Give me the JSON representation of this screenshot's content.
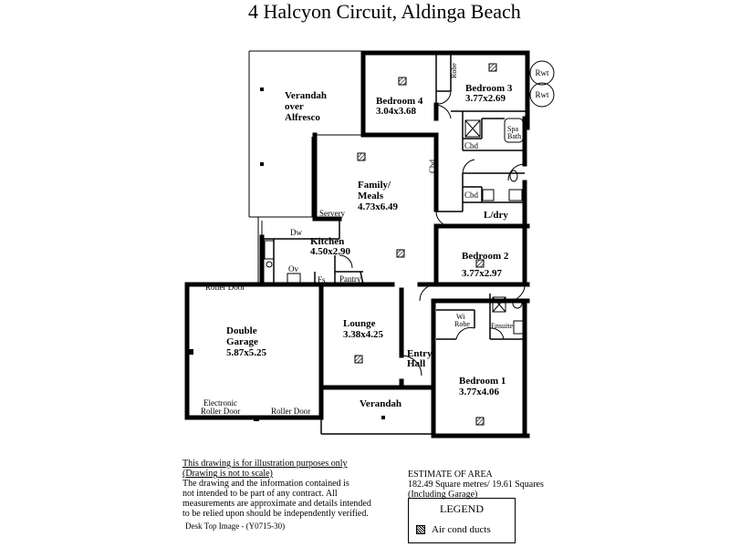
{
  "title": "4 Halcyon Circuit, Aldinga Beach",
  "rooms": {
    "verandah_alfresco": [
      "Verandah",
      "over",
      "Alfresco"
    ],
    "bedroom4": {
      "name": "Bedroom 4",
      "size": "3.04x3.68"
    },
    "robe": "Robe",
    "bedroom3": {
      "name": "Bedroom 3",
      "size": "3.77x2.69"
    },
    "rwt1": "Rwt",
    "rwt2": "Rwt",
    "spa_bath": [
      "Spa",
      "Bath"
    ],
    "cbd1": "Cbd",
    "cbd2": "Cbd",
    "cbd3": "Cbd",
    "family_meals": {
      "line1": "Family/",
      "line2": "Meals",
      "size": "4.73x6.49"
    },
    "laundry": "L/dry",
    "servery": "Servery",
    "dw": "Dw",
    "kitchen": {
      "name": "Kitchen",
      "size": "4.50x2.90"
    },
    "ov": "Ov",
    "fs": "Fs",
    "pantry": "Pantry",
    "bedroom2": {
      "name": "Bedroom 2",
      "size": "3.77x2.97"
    },
    "roller_door_top": "Roller Door",
    "garage": {
      "line1": "Double",
      "line2": "Garage",
      "size": "5.87x5.25"
    },
    "lounge": {
      "name": "Lounge",
      "size": "3.38x4.25"
    },
    "wi_robe": [
      "Wi",
      "Robe"
    ],
    "ensuite": "Ensuite",
    "entry_hall": [
      "Entry",
      "Hall"
    ],
    "bedroom1": {
      "name": "Bedroom 1",
      "size": "3.77x4.06"
    },
    "electronic_roller": [
      "Electronic",
      "Roller Door"
    ],
    "roller_door_bottom": "Roller Door",
    "verandah_front": "Verandah"
  },
  "disclaimer": {
    "line1": "This drawing is for illustration purposes only",
    "line2": "(Drawing is not to scale)",
    "line3": "The drawing and the information contained is",
    "line4": "not intended to be part of any contract.  All",
    "line5": "measurements are approximate and details intended",
    "line6": "to be relied upon should be independently verified."
  },
  "image_ref": "Desk Top Image - (Y0715-30)",
  "estimate": {
    "heading": "ESTIMATE OF AREA",
    "value": "182.49 Square metres/  19.61 Squares",
    "note": "(Including Garage)"
  },
  "legend": {
    "title": "LEGEND",
    "item": "Air cond ducts",
    "item_icon": "air-cond-duct-icon"
  }
}
